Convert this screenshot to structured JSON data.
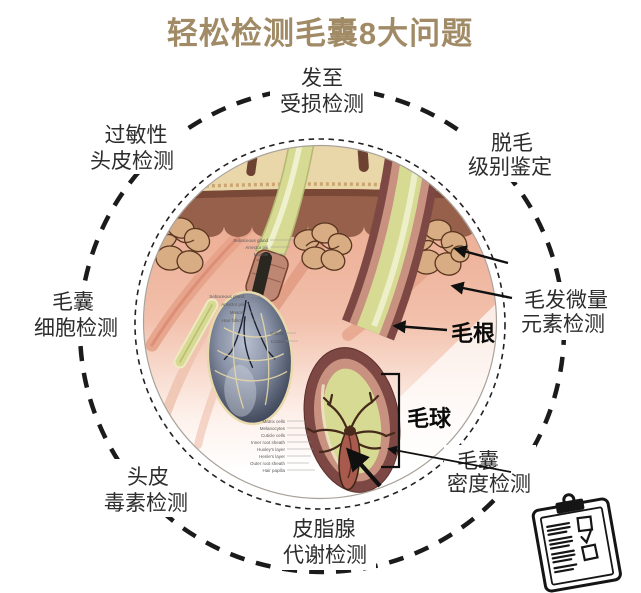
{
  "title": {
    "text": "轻松检测毛囊8大问题"
  },
  "colors": {
    "title": "#a18b66",
    "label_text": "#2d2d2d",
    "ring": "#1b1b1b",
    "hair_shaft": "#d7da93",
    "epidermis": "#96604b",
    "dermis": "#eca98f",
    "follicle_wall": "#7d4743",
    "bulb_blue": "#4c5468",
    "gland": "#d8ad83"
  },
  "labels": {
    "top": [
      "发至",
      "受损检测"
    ],
    "top_left": [
      "过敏性",
      "头皮检测"
    ],
    "top_right": [
      "脱毛",
      "级别鉴定"
    ],
    "left": [
      "毛囊",
      "细胞检测"
    ],
    "right": [
      "毛发微量",
      "元素检测"
    ],
    "bottom_left": [
      "头皮",
      "毒素检测"
    ],
    "bottom_right": [
      "毛囊",
      "密度检测"
    ],
    "bottom": [
      "皮脂腺",
      "代谢检测"
    ]
  },
  "annotations": {
    "hair_root": "毛根",
    "hair_bulb": "毛球"
  },
  "micro_labels": {
    "col1": [
      "Sebaceous gland",
      "Arrector pili",
      "Muscle"
    ],
    "col2": [
      "Sebaceous gland",
      "Arrector pili",
      "Muscle",
      "Hair follicle"
    ],
    "col2b": [
      "Cuticle",
      "Cortex"
    ],
    "col3": [
      "Matrix cells",
      "Melanocytes",
      "Cuticle cells",
      "Inner root sheath",
      "Huxley's layer",
      "Henle's layer",
      "Outer root sheath",
      "Hair papilla"
    ]
  },
  "icons": {
    "clipboard": "clipboard-checklist-icon"
  }
}
